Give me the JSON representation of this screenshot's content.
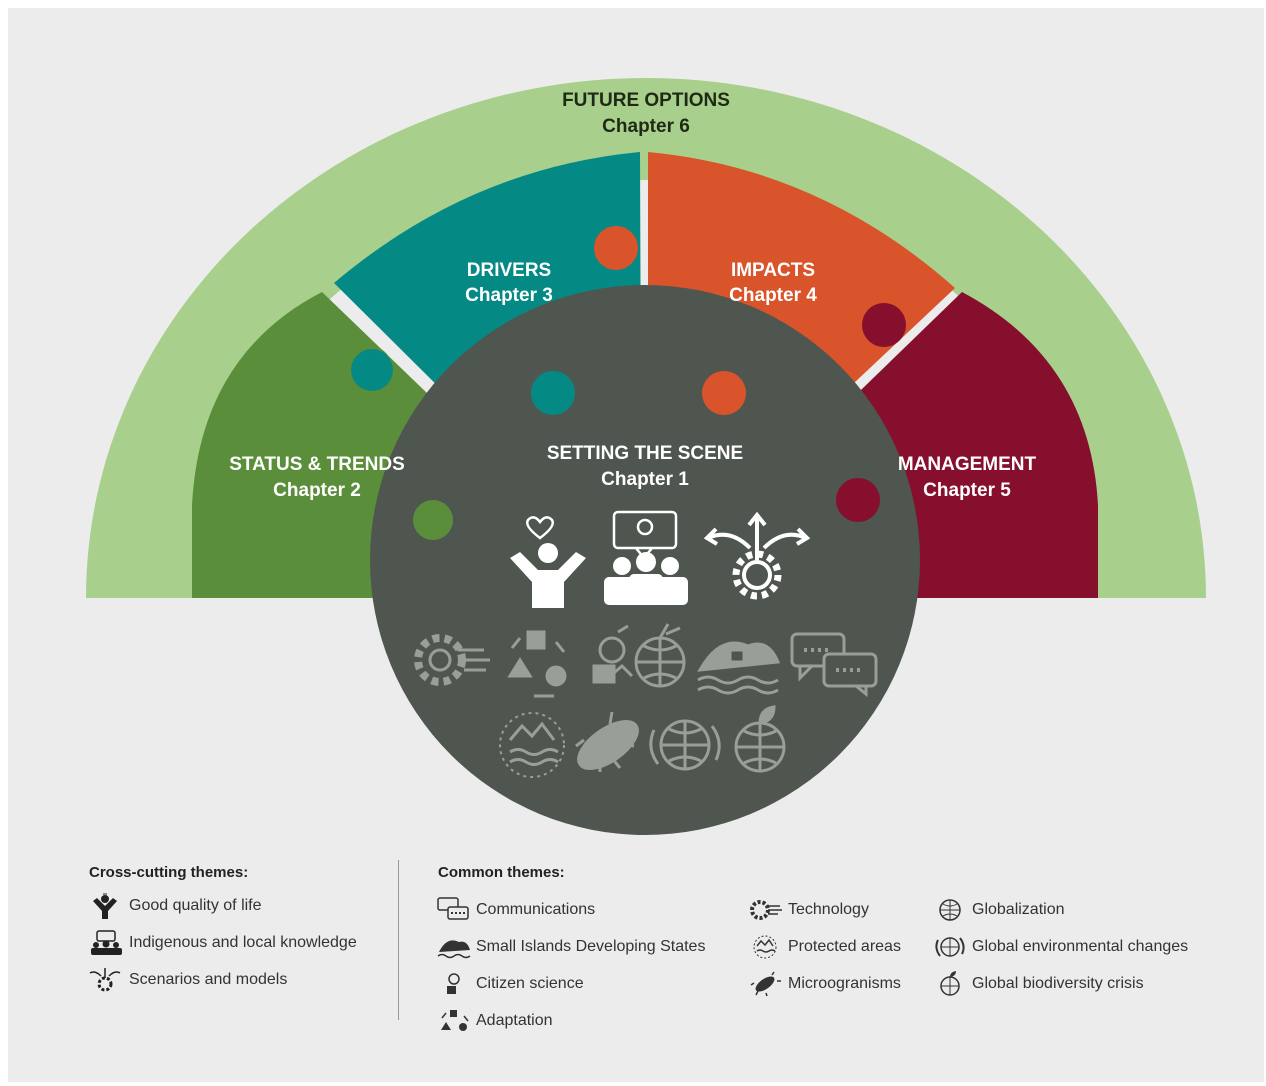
{
  "diagram": {
    "outer": {
      "title": "FUTURE OPTIONS",
      "subtitle": "Chapter 6"
    },
    "pieces": {
      "status": {
        "title": "STATUS & TRENDS",
        "subtitle": "Chapter 2"
      },
      "drivers": {
        "title": "DRIVERS",
        "subtitle": "Chapter 3"
      },
      "impacts": {
        "title": "IMPACTS",
        "subtitle": "Chapter 4"
      },
      "management": {
        "title": "MANAGEMENT",
        "subtitle": "Chapter 5"
      }
    },
    "center": {
      "title": "SETTING THE SCENE",
      "subtitle": "Chapter 1"
    },
    "colors": {
      "future": "#a8d08c",
      "status": "#5b8e3a",
      "drivers": "#058985",
      "impacts": "#d9542b",
      "management": "#850f2d",
      "center": "#4f554f",
      "center_icons_primary": "#ffffff",
      "center_icons_secondary": "#9a9e99"
    }
  },
  "legend": {
    "cross_cutting": {
      "title": "Cross-cutting themes:",
      "items": [
        {
          "icon": "good-quality-of-life-icon",
          "label": "Good quality of life"
        },
        {
          "icon": "indigenous-knowledge-icon",
          "label": "Indigenous and local knowledge"
        },
        {
          "icon": "scenarios-models-icon",
          "label": "Scenarios and models"
        }
      ]
    },
    "common": {
      "title": "Common themes:",
      "columns": [
        [
          {
            "icon": "communications-icon",
            "label": "Communications"
          },
          {
            "icon": "small-islands-icon",
            "label": "Small Islands Developing States"
          },
          {
            "icon": "citizen-science-icon",
            "label": "Citizen science"
          },
          {
            "icon": "adaptation-icon",
            "label": "Adaptation"
          }
        ],
        [
          {
            "icon": "technology-icon",
            "label": "Technology"
          },
          {
            "icon": "protected-areas-icon",
            "label": "Protected areas"
          },
          {
            "icon": "microorganisms-icon",
            "label": "Microogranisms"
          }
        ],
        [
          {
            "icon": "globalization-icon",
            "label": "Globalization"
          },
          {
            "icon": "global-environmental-changes-icon",
            "label": "Global environmental changes"
          },
          {
            "icon": "global-biodiversity-crisis-icon",
            "label": "Global biodiversity crisis"
          }
        ]
      ]
    }
  }
}
